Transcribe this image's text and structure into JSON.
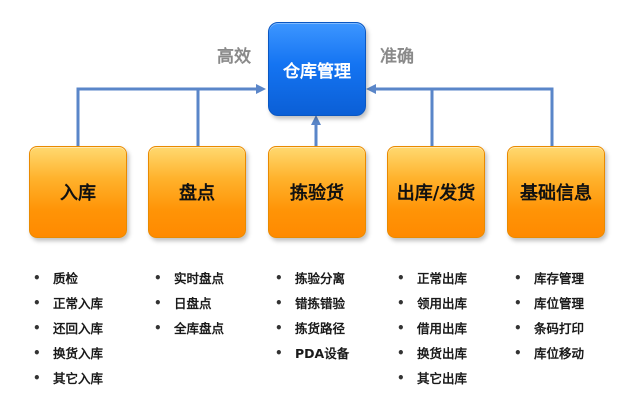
{
  "center": {
    "label": "仓库管理"
  },
  "side_labels": {
    "left": "高效",
    "right": "准确"
  },
  "modules": [
    {
      "label": "入库",
      "items": [
        "质检",
        "正常入库",
        "还回入库",
        "换货入库",
        "其它入库"
      ]
    },
    {
      "label": "盘点",
      "items": [
        "实时盘点",
        "日盘点",
        "全库盘点"
      ]
    },
    {
      "label": "拣验货",
      "items": [
        "拣验分离",
        "错拣错验",
        "拣货路径",
        "PDA设备"
      ]
    },
    {
      "label": "出库/发货",
      "items": [
        "正常出库",
        "领用出库",
        "借用出库",
        "换货出库",
        "其它出库"
      ]
    },
    {
      "label": "基础信息",
      "items": [
        "库存管理",
        "库位管理",
        "条码打印",
        "库位移动"
      ]
    }
  ],
  "colors": {
    "center_fill": "#1474f2",
    "module_fill": "#ff9407",
    "connector": "#5a86c9"
  },
  "bullet": "•"
}
